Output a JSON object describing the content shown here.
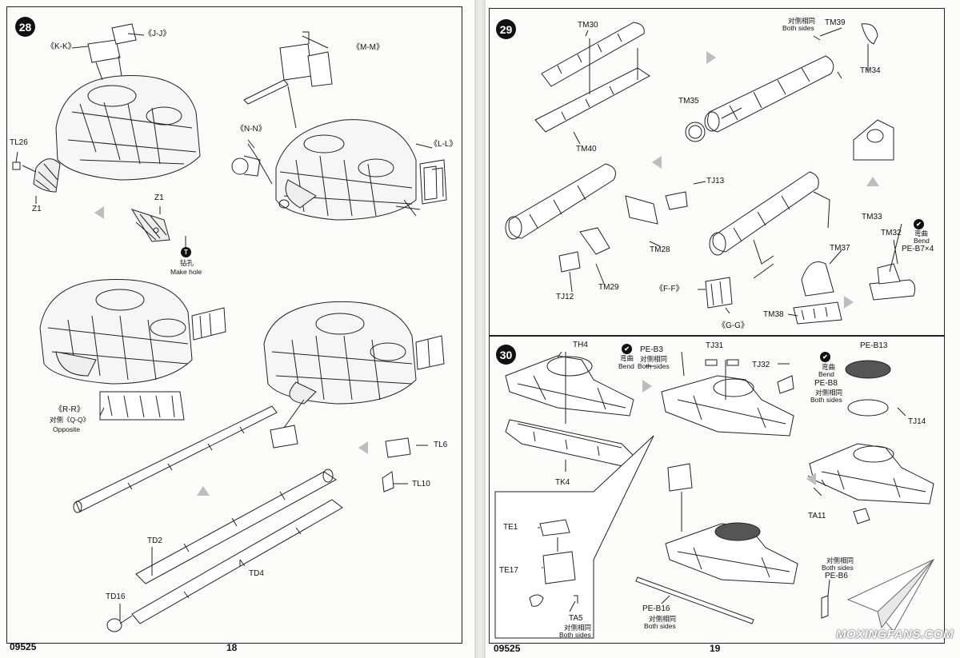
{
  "left_page": {
    "step": "28",
    "footer_code": "09525",
    "page_number": "18",
    "labels": {
      "kk": "《K-K》",
      "jj": "《J-J》",
      "mm": "《M-M》",
      "nn": "《N-N》",
      "ll": "《L-L》",
      "tl26": "TL26",
      "z1_a": "Z1",
      "z1_b": "Z1",
      "drill_cn": "钻孔",
      "drill_en": "Make hole",
      "drill_icon": "T",
      "rr": "《R-R》",
      "qq": "对侧《Q-Q》",
      "opposite": "Opposite",
      "tl6": "TL6",
      "tl10": "TL10",
      "td2": "TD2",
      "td4": "TD4",
      "td16": "TD16"
    }
  },
  "right_page": {
    "step29": "29",
    "step30": "30",
    "footer_code": "09525",
    "page_number": "19",
    "labels29": {
      "tm30": "TM30",
      "tm39": "TM39",
      "both_cn": "对侧相同",
      "both_en": "Both sides",
      "tm34": "TM34",
      "tm35": "TM35",
      "tm40": "TM40",
      "tj13": "TJ13",
      "tm28": "TM28",
      "tj12": "TJ12",
      "tm29": "TM29",
      "tm33": "TM33",
      "tm32": "TM32",
      "bend_cn": "弯曲",
      "bend_en": "Bend",
      "pe_b7": "PE-B7×4",
      "tm37": "TM37",
      "ff": "《F-F》",
      "tm38": "TM38",
      "gg": "《G-G》"
    },
    "labels30": {
      "th4": "TH4",
      "bend_cn": "弯曲",
      "bend_en": "Bend",
      "pe_b3": "PE-B3",
      "pe_b3_cn": "对侧相同",
      "pe_b3_en": "Both sides",
      "tj31": "TJ31",
      "tj32": "TJ32",
      "pe_b13": "PE-B13",
      "bend2_cn": "弯曲",
      "bend2_en": "Bend",
      "pe_b8": "PE-B8",
      "pe_b8_cn": "对侧相同",
      "pe_b8_en": "Both sides",
      "tj14": "TJ14",
      "tk4": "TK4",
      "ta11": "TA11",
      "te1": "TE1",
      "te17": "TE17",
      "ta5": "TA5",
      "ta5_cn": "对侧相同",
      "ta5_en": "Both sides",
      "pe_b6_cn": "对侧相同",
      "pe_b6_en": "Both sides",
      "pe_b6": "PE-B6",
      "pe_b16": "PE-B16",
      "pe_b16_cn": "对侧相同",
      "pe_b16_en": "Both sides"
    }
  },
  "watermark": "MOXINGFANS.COM",
  "colors": {
    "ink": "#111111",
    "paper": "#fbfbfa",
    "arrow": "#bdbdbd"
  }
}
